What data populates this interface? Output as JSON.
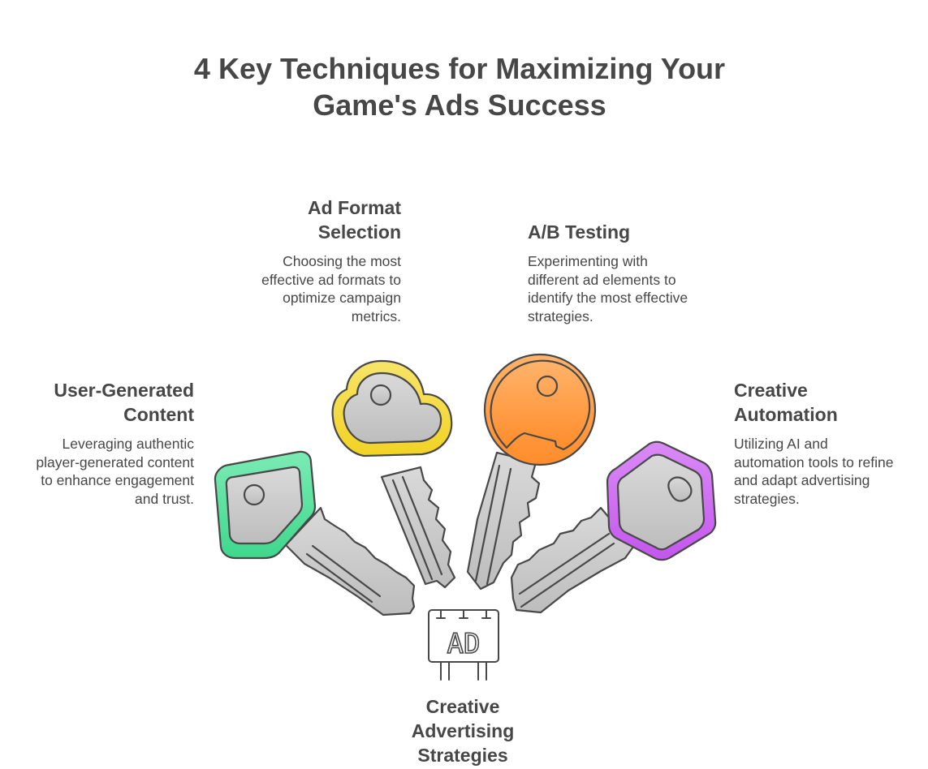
{
  "title": "4 Key Techniques for Maximizing Your Game's Ads Success",
  "center": {
    "icon_text": "AD",
    "label": "Creative Advertising Strategies"
  },
  "items": [
    {
      "title": "Ad Format Selection",
      "description": "Choosing the most effective ad formats to optimize campaign metrics.",
      "color": "#F5D63A"
    },
    {
      "title": "A/B Testing",
      "description": "Experimenting with different ad elements to identify the most effective strategies.",
      "color": "#FF9B3F"
    },
    {
      "title": "User-Generated Content",
      "description": "Leveraging authentic player-generated content to enhance engagement and trust.",
      "color": "#5FE0A0"
    },
    {
      "title": "Creative Automation",
      "description": "Utilizing AI and automation tools to refine and adapt advertising strategies.",
      "color": "#CC6BF2"
    }
  ]
}
